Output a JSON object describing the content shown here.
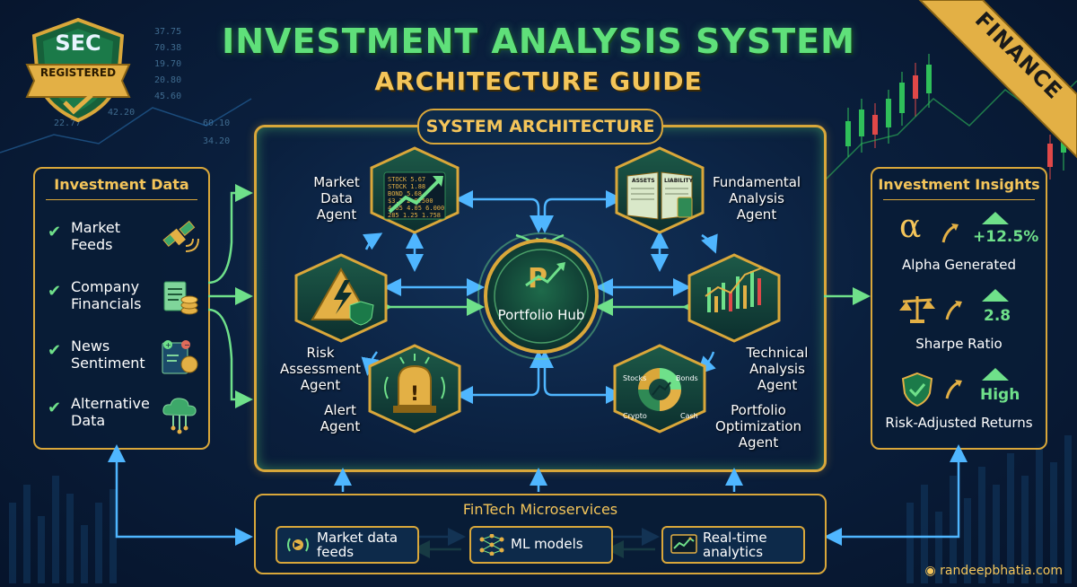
{
  "title": "INVESTMENT ANALYSIS SYSTEM",
  "subtitle": "ARCHITECTURE GUIDE",
  "badge": {
    "top": "SEC",
    "bottom": "REGISTERED"
  },
  "ribbon": "FINANCE",
  "architecture_label": "SYSTEM ARCHITECTURE",
  "investment_data": {
    "title": "Investment Data",
    "items": [
      {
        "label": "Market Feeds",
        "icon": "satellite-icon"
      },
      {
        "label": "Company Financials",
        "icon": "document-coins-icon"
      },
      {
        "label": "News Sentiment",
        "icon": "news-brain-icon"
      },
      {
        "label": "Alternative Data",
        "icon": "cloud-network-icon"
      }
    ]
  },
  "agents": {
    "market_data": "Market Data Agent",
    "fundamental": "Fundamental Analysis Agent",
    "risk": "Risk Assessment Agent",
    "technical": "Technical Analysis Agent",
    "alert": "Alert Agent",
    "portfolio_opt": "Portfolio Optimization Agent"
  },
  "ticker_lines": [
    "STOCK 5.67",
    "STOCK 1.88",
    "BOND 5.68",
    "$3.7 2 8.500",
    "4.65 4.05 6.000",
    "285 1.25 1.758"
  ],
  "ledger_labels": [
    "ASSETS",
    "LIABILITY"
  ],
  "allocation_labels": [
    "Stocks",
    "Bonds",
    "Crypto",
    "Cash"
  ],
  "hub": {
    "label": "Portfolio Hub",
    "letter": "P"
  },
  "insights": {
    "title": "Investment Insights",
    "alpha": {
      "symbol": "α",
      "value": "+12.5%",
      "label": "Alpha Generated"
    },
    "sharpe": {
      "value": "2.8",
      "label": "Sharpe Ratio"
    },
    "risk_adjusted": {
      "value": "High",
      "label": "Risk-Adjusted Returns"
    }
  },
  "microservices": {
    "title": "FinTech Microservices",
    "items": [
      {
        "label": "Market data feeds",
        "icon": "broadcast-icon"
      },
      {
        "label": "ML models",
        "icon": "neural-network-icon"
      },
      {
        "label": "Real-time analytics",
        "icon": "analytics-screen-icon"
      }
    ]
  },
  "background_ticks": [
    "37.75",
    "70.38",
    "19.70",
    "20.80",
    "45.60",
    "42.20",
    "22.77",
    "60.10",
    "34.20"
  ],
  "footer": "randeepbhatia.com",
  "colors": {
    "gold": "#d9a73a",
    "green": "#5fe07a",
    "blue_arrow": "#4fb6ff",
    "green_arrow": "#6fe08a",
    "navy": "#0a1f3d"
  }
}
